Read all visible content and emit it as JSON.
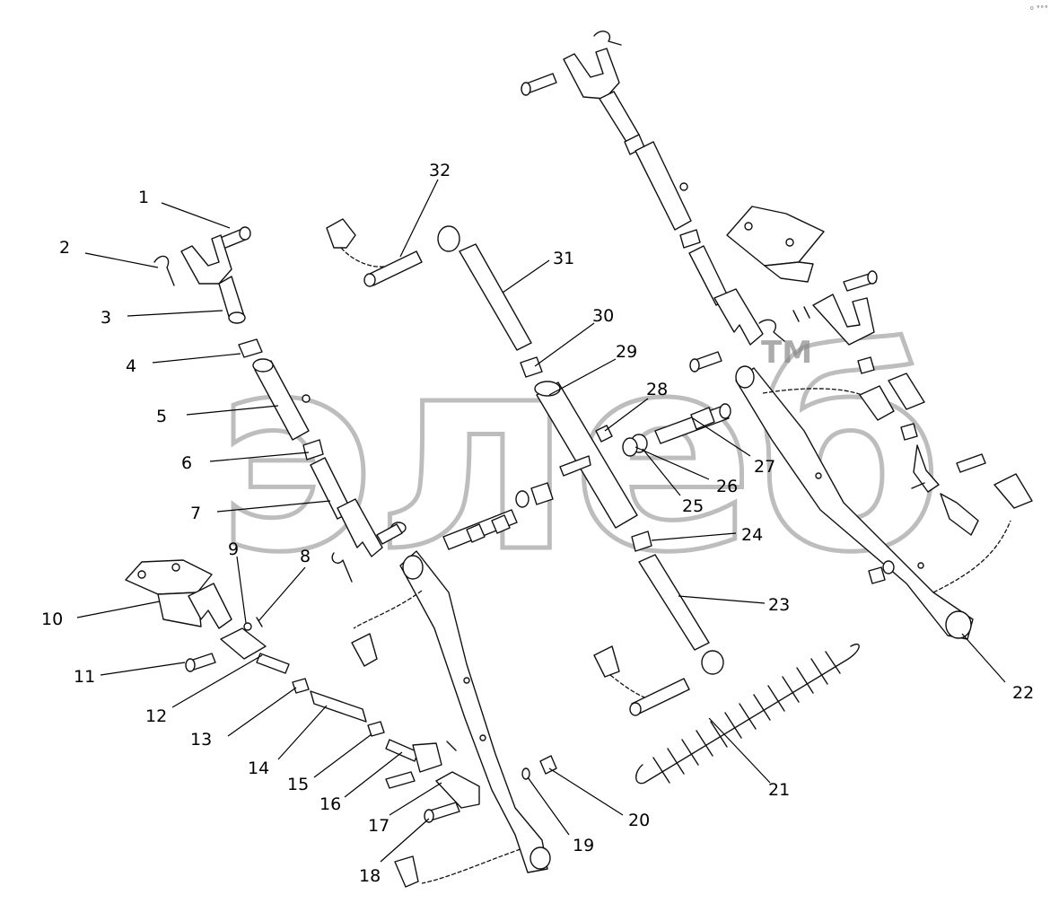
{
  "watermark": {
    "text": "элеб",
    "tm": "TM"
  },
  "corner_mark": "⁰ ˚˚˚",
  "callouts": [
    {
      "id": "1",
      "label": "1"
    },
    {
      "id": "2",
      "label": "2"
    },
    {
      "id": "3",
      "label": "3"
    },
    {
      "id": "4",
      "label": "4"
    },
    {
      "id": "5",
      "label": "5"
    },
    {
      "id": "6",
      "label": "6"
    },
    {
      "id": "7",
      "label": "7"
    },
    {
      "id": "8",
      "label": "8"
    },
    {
      "id": "9",
      "label": "9"
    },
    {
      "id": "10",
      "label": "10"
    },
    {
      "id": "11",
      "label": "11"
    },
    {
      "id": "12",
      "label": "12"
    },
    {
      "id": "13",
      "label": "13"
    },
    {
      "id": "14",
      "label": "14"
    },
    {
      "id": "15",
      "label": "15"
    },
    {
      "id": "16",
      "label": "16"
    },
    {
      "id": "17",
      "label": "17"
    },
    {
      "id": "18",
      "label": "18"
    },
    {
      "id": "19",
      "label": "19"
    },
    {
      "id": "20",
      "label": "20"
    },
    {
      "id": "21",
      "label": "21"
    },
    {
      "id": "22",
      "label": "22"
    },
    {
      "id": "23",
      "label": "23"
    },
    {
      "id": "24",
      "label": "24"
    },
    {
      "id": "25",
      "label": "25"
    },
    {
      "id": "26",
      "label": "26"
    },
    {
      "id": "27",
      "label": "27"
    },
    {
      "id": "28",
      "label": "28"
    },
    {
      "id": "29",
      "label": "29"
    },
    {
      "id": "30",
      "label": "30"
    },
    {
      "id": "31",
      "label": "31"
    },
    {
      "id": "32",
      "label": "32"
    }
  ]
}
